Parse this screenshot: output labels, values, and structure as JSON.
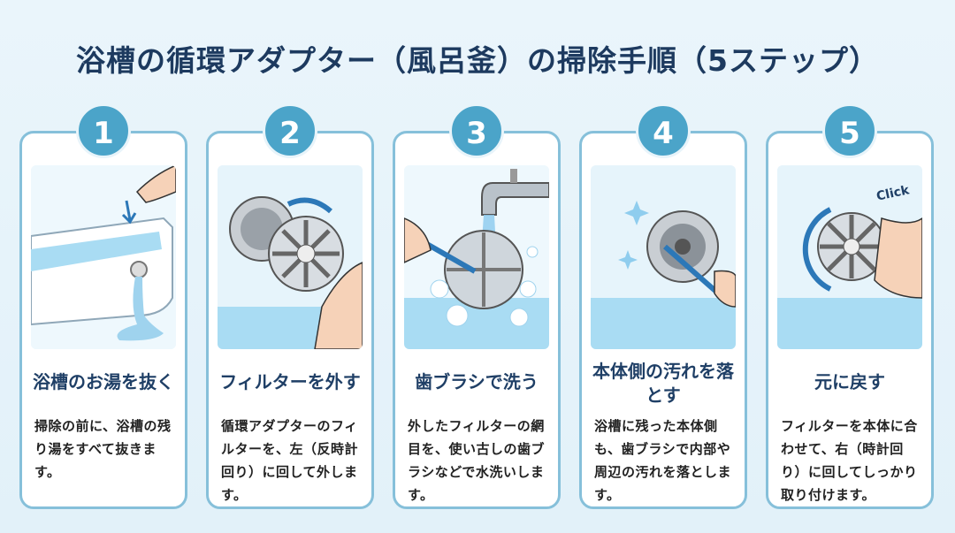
{
  "title": "浴槽の循環アダプター（風呂釜）の掃除手順（5ステップ）",
  "colors": {
    "accent": "#4ba4c9",
    "border": "#86c0da",
    "heading": "#1d3a5f",
    "water": "#9fd3ee"
  },
  "steps": [
    {
      "number": "1",
      "title": "浴槽のお湯を抜く",
      "body": "掃除の前に、浴槽の残り湯をすべて抜きます。",
      "illustration": "draining-bathtub"
    },
    {
      "number": "2",
      "title": "フィルターを外す",
      "body": "循環アダプターのフィルターを、左（反時計回り）に回して外します。",
      "illustration": "removing-filter"
    },
    {
      "number": "3",
      "title": "歯ブラシで洗う",
      "body": "外したフィルターの網目を、使い古しの歯ブラシなどで水洗いします。",
      "illustration": "brushing-filter-under-faucet"
    },
    {
      "number": "4",
      "title": "本体側の汚れを落とす",
      "body": "浴槽に残った本体側も、歯ブラシで内部や周辺の汚れを落とします。",
      "illustration": "brushing-adapter-body"
    },
    {
      "number": "5",
      "title": "元に戻す",
      "body": "フィルターを本体に合わせて、右（時計回り）に回してしっかり取り付けます。",
      "illustration": "reattaching-filter",
      "click_label": "Click"
    }
  ]
}
